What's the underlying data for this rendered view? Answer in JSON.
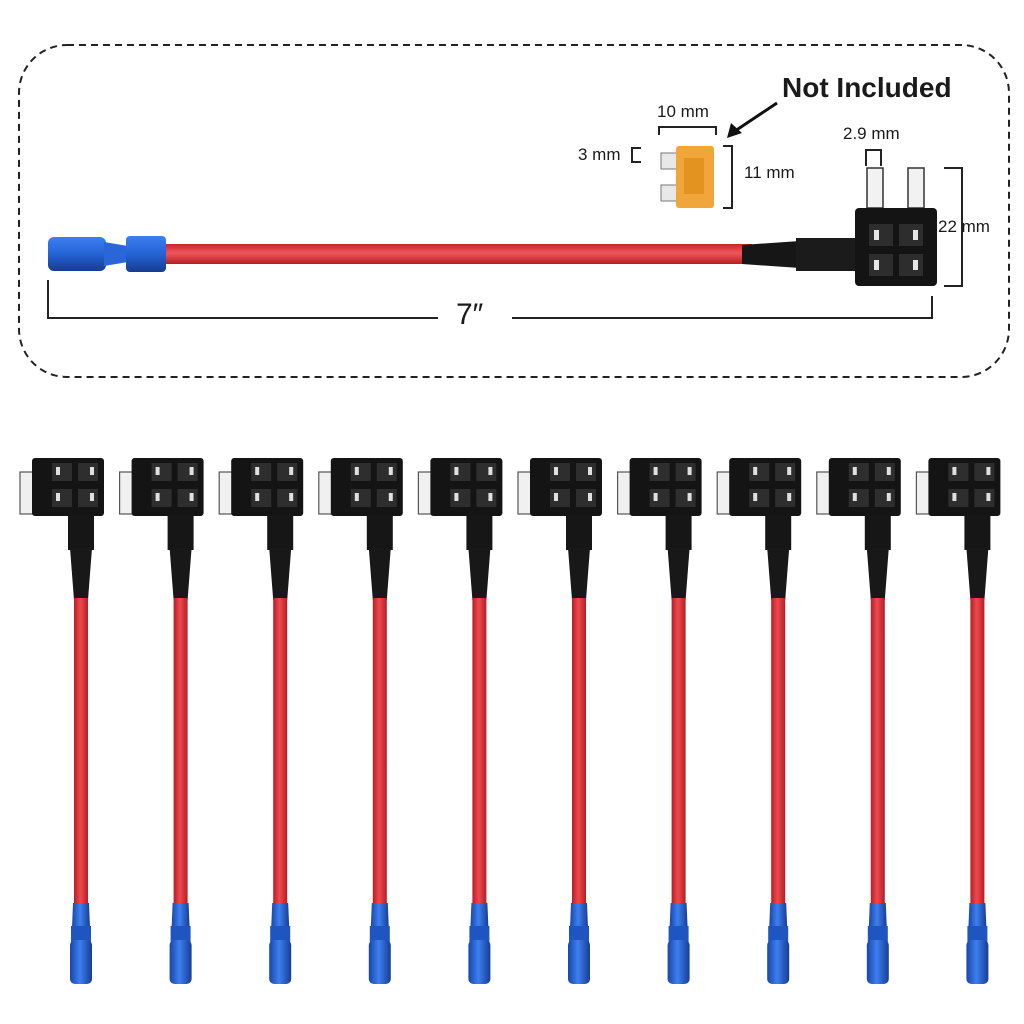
{
  "callout": {
    "text": "Not Included"
  },
  "fuse_dimensions": {
    "width": "10 mm",
    "thickness": "3 mm",
    "height": "11 mm"
  },
  "holder_dimensions": {
    "slot_width": "2.9 mm",
    "height": "22 mm"
  },
  "cable_length": "7″",
  "colors": {
    "wire_red": "#e8323a",
    "wire_dark_red": "#b51e24",
    "terminal_blue": "#1f5fcf",
    "holder_black": "#141414",
    "fuse_orange": "#f0a63a",
    "frame": "#222222"
  },
  "icons": [
    "fuse-icon",
    "fuse-tap-holder-icon",
    "blue-butt-connector-icon",
    "arrow-icon"
  ],
  "unit_count": 10
}
